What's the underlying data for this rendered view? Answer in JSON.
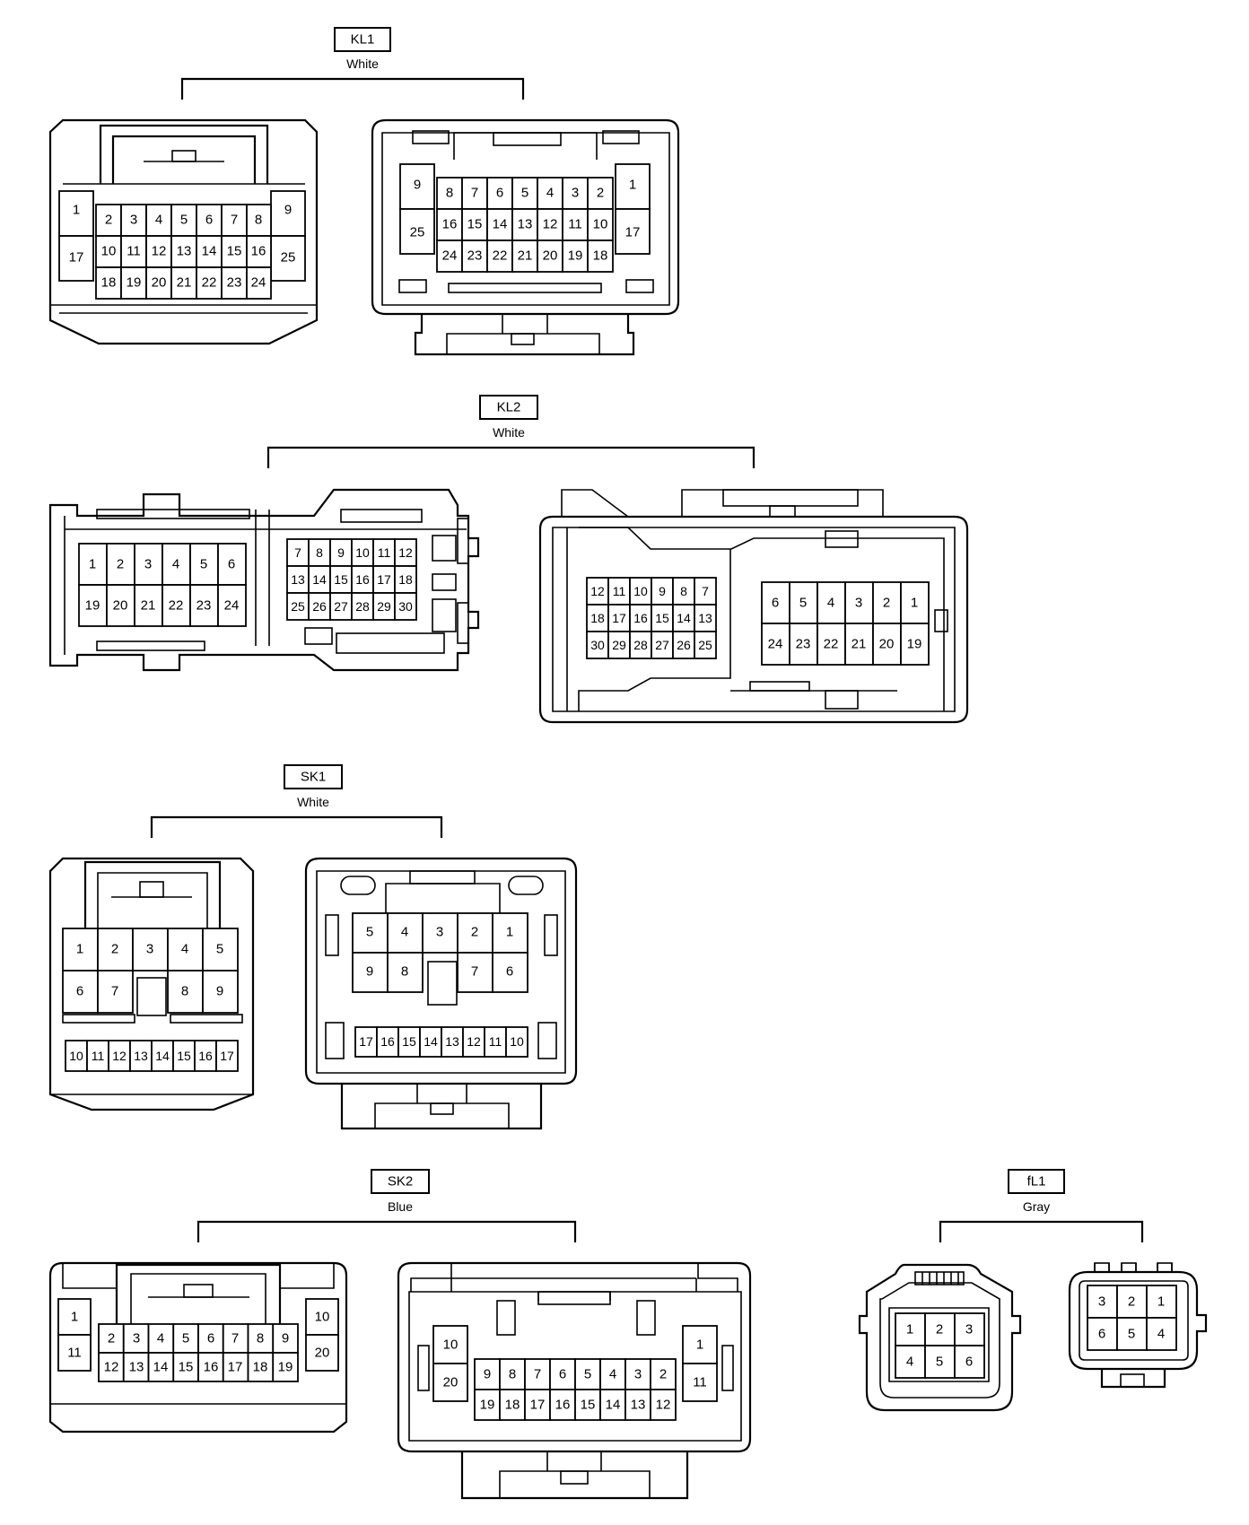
{
  "connectors": [
    {
      "id": "KL1",
      "color": "White",
      "views": [
        {
          "rows": [
            [
              "1",
              "2",
              "3",
              "4",
              "5",
              "6",
              "7",
              "8",
              "9"
            ],
            [
              "17",
              "10",
              "11",
              "12",
              "13",
              "14",
              "15",
              "16",
              "25"
            ],
            [
              "18",
              "19",
              "20",
              "21",
              "22",
              "23",
              "24"
            ]
          ]
        },
        {
          "rows": [
            [
              "9",
              "8",
              "7",
              "6",
              "5",
              "4",
              "3",
              "2",
              "1"
            ],
            [
              "25",
              "16",
              "15",
              "14",
              "13",
              "12",
              "11",
              "10",
              "17"
            ],
            [
              "24",
              "23",
              "22",
              "21",
              "20",
              "19",
              "18"
            ]
          ]
        }
      ]
    },
    {
      "id": "KL2",
      "color": "White",
      "views": [
        {
          "rows": [
            [
              "1",
              "2",
              "3",
              "4",
              "5",
              "6",
              "7",
              "8",
              "9",
              "10",
              "11",
              "12"
            ],
            [
              "19",
              "20",
              "21",
              "22",
              "23",
              "24",
              "13",
              "14",
              "15",
              "16",
              "17",
              "18"
            ],
            [
              "25",
              "26",
              "27",
              "28",
              "29",
              "30"
            ]
          ]
        },
        {
          "rows": [
            [
              "12",
              "11",
              "10",
              "9",
              "8",
              "7",
              "6",
              "5",
              "4",
              "3",
              "2",
              "1"
            ],
            [
              "18",
              "17",
              "16",
              "15",
              "14",
              "13",
              "24",
              "23",
              "22",
              "21",
              "20",
              "19"
            ],
            [
              "30",
              "29",
              "28",
              "27",
              "26",
              "25"
            ]
          ]
        }
      ]
    },
    {
      "id": "SK1",
      "color": "White",
      "views": [
        {
          "rows": [
            [
              "1",
              "2",
              "3",
              "4",
              "5"
            ],
            [
              "6",
              "7",
              "8",
              "9"
            ],
            [
              "10",
              "11",
              "12",
              "13",
              "14",
              "15",
              "16",
              "17"
            ]
          ]
        },
        {
          "rows": [
            [
              "5",
              "4",
              "3",
              "2",
              "1"
            ],
            [
              "9",
              "8",
              "7",
              "6"
            ],
            [
              "17",
              "16",
              "15",
              "14",
              "13",
              "12",
              "11",
              "10"
            ]
          ]
        }
      ]
    },
    {
      "id": "SK2",
      "color": "Blue",
      "views": [
        {
          "rows": [
            [
              "1",
              "2",
              "3",
              "4",
              "5",
              "6",
              "7",
              "8",
              "9",
              "10"
            ],
            [
              "11",
              "12",
              "13",
              "14",
              "15",
              "16",
              "17",
              "18",
              "19",
              "20"
            ]
          ]
        },
        {
          "rows": [
            [
              "10",
              "9",
              "8",
              "7",
              "6",
              "5",
              "4",
              "3",
              "2",
              "1"
            ],
            [
              "20",
              "19",
              "18",
              "17",
              "16",
              "15",
              "14",
              "13",
              "12",
              "11"
            ]
          ]
        }
      ]
    },
    {
      "id": "fL1",
      "color": "Gray",
      "views": [
        {
          "rows": [
            [
              "1",
              "2",
              "3"
            ],
            [
              "4",
              "5",
              "6"
            ]
          ]
        },
        {
          "rows": [
            [
              "3",
              "2",
              "1"
            ],
            [
              "6",
              "5",
              "4"
            ]
          ]
        }
      ]
    }
  ]
}
